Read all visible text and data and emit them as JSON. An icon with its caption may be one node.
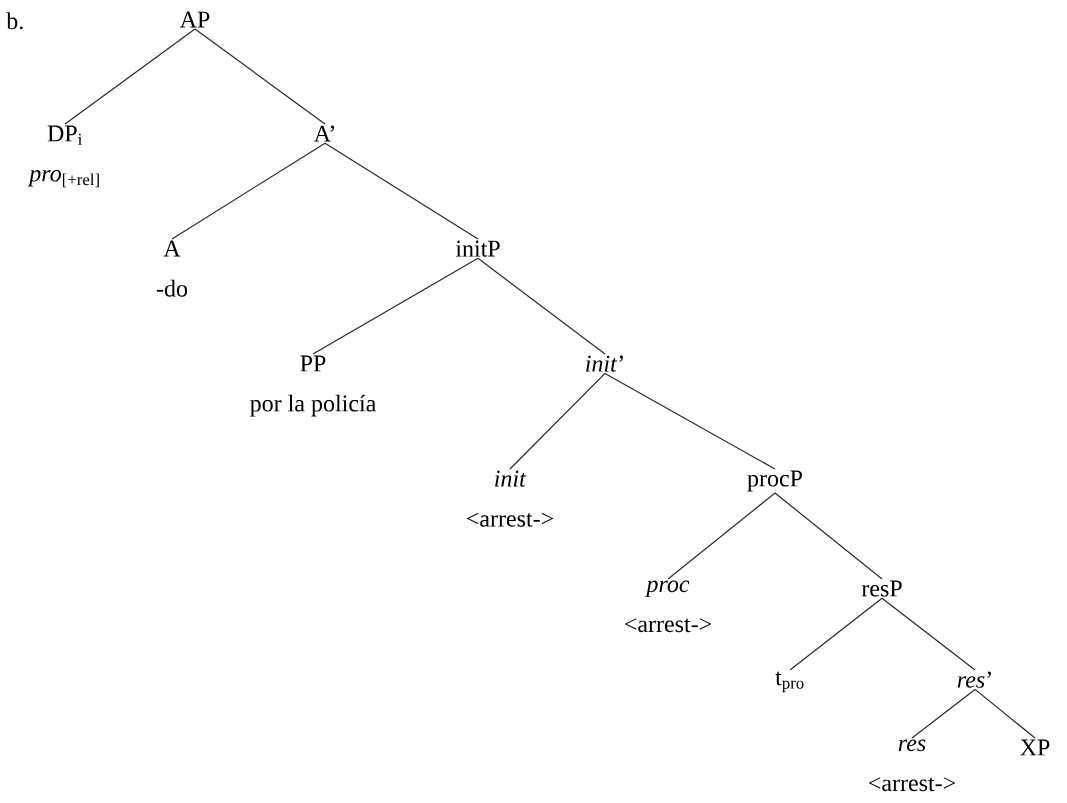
{
  "diagram": {
    "nodes": [
      {
        "text": [
          "AP"
        ]
      },
      {
        "text": [
          "DP$_{i}$",
          "*pro*$_{[+rel]}$"
        ]
      },
      {
        "text": [
          "A’"
        ]
      },
      {
        "text": [
          "A",
          "-do"
        ]
      },
      {
        "text": [
          "initP"
        ]
      },
      {
        "text": [
          "PP",
          "por la policía"
        ]
      },
      {
        "text": [
          "*init*’"
        ]
      },
      {
        "text": [
          "*init*",
          "<arrest->"
        ]
      },
      {
        "text": [
          "procP"
        ]
      },
      {
        "text": [
          "*proc*",
          "<arrest->"
        ]
      },
      {
        "text": [
          "resP"
        ]
      },
      {
        "text": [
          "t$_{pro}$"
        ]
      },
      {
        "text": [
          "*res*’"
        ]
      },
      {
        "text": [
          "*res*",
          "<arrest->"
        ]
      },
      {
        "text": [
          "XP"
        ]
      }
    ],
    "edges": [
      {
        "from": 0,
        "to": 1,
        "arrow": "none"
      },
      {
        "from": 0,
        "to": 2,
        "arrow": "none"
      },
      {
        "from": 2,
        "to": 3,
        "arrow": "none"
      },
      {
        "from": 2,
        "to": 4,
        "arrow": "none"
      },
      {
        "from": 4,
        "to": 5,
        "arrow": "none"
      },
      {
        "from": 4,
        "to": 6,
        "arrow": "none"
      },
      {
        "from": 6,
        "to": 7,
        "arrow": "none"
      },
      {
        "from": 6,
        "to": 8,
        "arrow": "none"
      },
      {
        "from": 8,
        "to": 9,
        "arrow": "none"
      },
      {
        "from": 8,
        "to": 10,
        "arrow": "none"
      },
      {
        "from": 10,
        "to": 11,
        "arrow": "none"
      },
      {
        "from": 10,
        "to": 12,
        "arrow": "none"
      },
      {
        "from": 12,
        "to": 13,
        "arrow": "none"
      },
      {
        "from": 12,
        "to": 14,
        "arrow": "none"
      }
    ],
    "labels": [
      "b."
    ]
  }
}
